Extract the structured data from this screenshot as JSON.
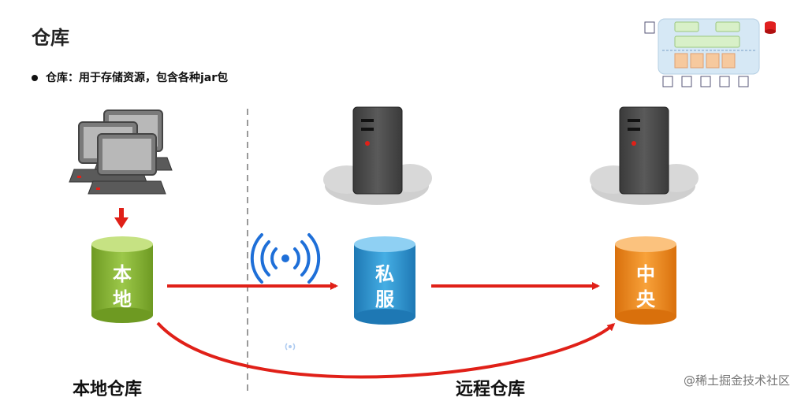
{
  "title": "仓库",
  "bullet": "仓库：用于存储资源，包含各种jar包",
  "local": {
    "label": "本地仓库",
    "cylinder_text": [
      "本",
      "地"
    ],
    "color": "#8DB43C"
  },
  "private": {
    "cylinder_text": [
      "私",
      "服"
    ],
    "color": "#2F97D0"
  },
  "central": {
    "cylinder_text": [
      "中",
      "央"
    ],
    "color": "#F08A1C"
  },
  "remote_label": "远程仓库",
  "watermark": "@稀土掘金技术社区",
  "colors": {
    "arrow": "#E02018",
    "server": "#4A4A4A",
    "cloud": "#CFCFCF"
  },
  "icons": [
    "computer-cluster-icon",
    "server-icon",
    "cloud-icon",
    "wireless-signal-icon",
    "database-icon",
    "document-icon"
  ]
}
